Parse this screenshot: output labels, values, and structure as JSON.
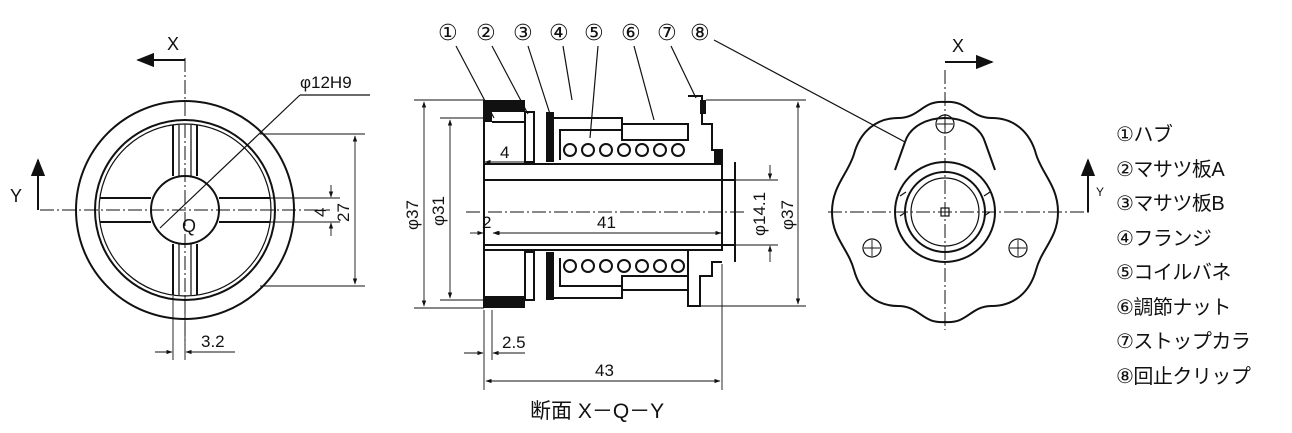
{
  "front_view": {
    "axis_x": "X",
    "axis_y": "Y",
    "center_label": "Q",
    "dim_bore": "φ12H9",
    "dim_slot": "4",
    "dim_height": "27",
    "dim_offset": "3.2"
  },
  "section_view": {
    "callouts": [
      "①",
      "②",
      "③",
      "④",
      "⑤",
      "⑥",
      "⑦",
      "⑧"
    ],
    "dim_hub_step": "4",
    "dim_outer_left": "φ37",
    "dim_flange": "φ31",
    "dim_gap": "2",
    "dim_length_inner": "41",
    "dim_shaft": "φ14.1",
    "dim_outer_right": "φ37",
    "dim_plate": "2.5",
    "dim_total": "43",
    "caption": "断面 X－Q－Y"
  },
  "side_view": {
    "axis_x": "X",
    "axis_y": "Y"
  },
  "legend": [
    "①ハブ",
    "②マサツ板A",
    "③マサツ板B",
    "④フランジ",
    "⑤コイルバネ",
    "⑥調節ナット",
    "⑦ストップカラ",
    "⑧回止クリップ"
  ]
}
